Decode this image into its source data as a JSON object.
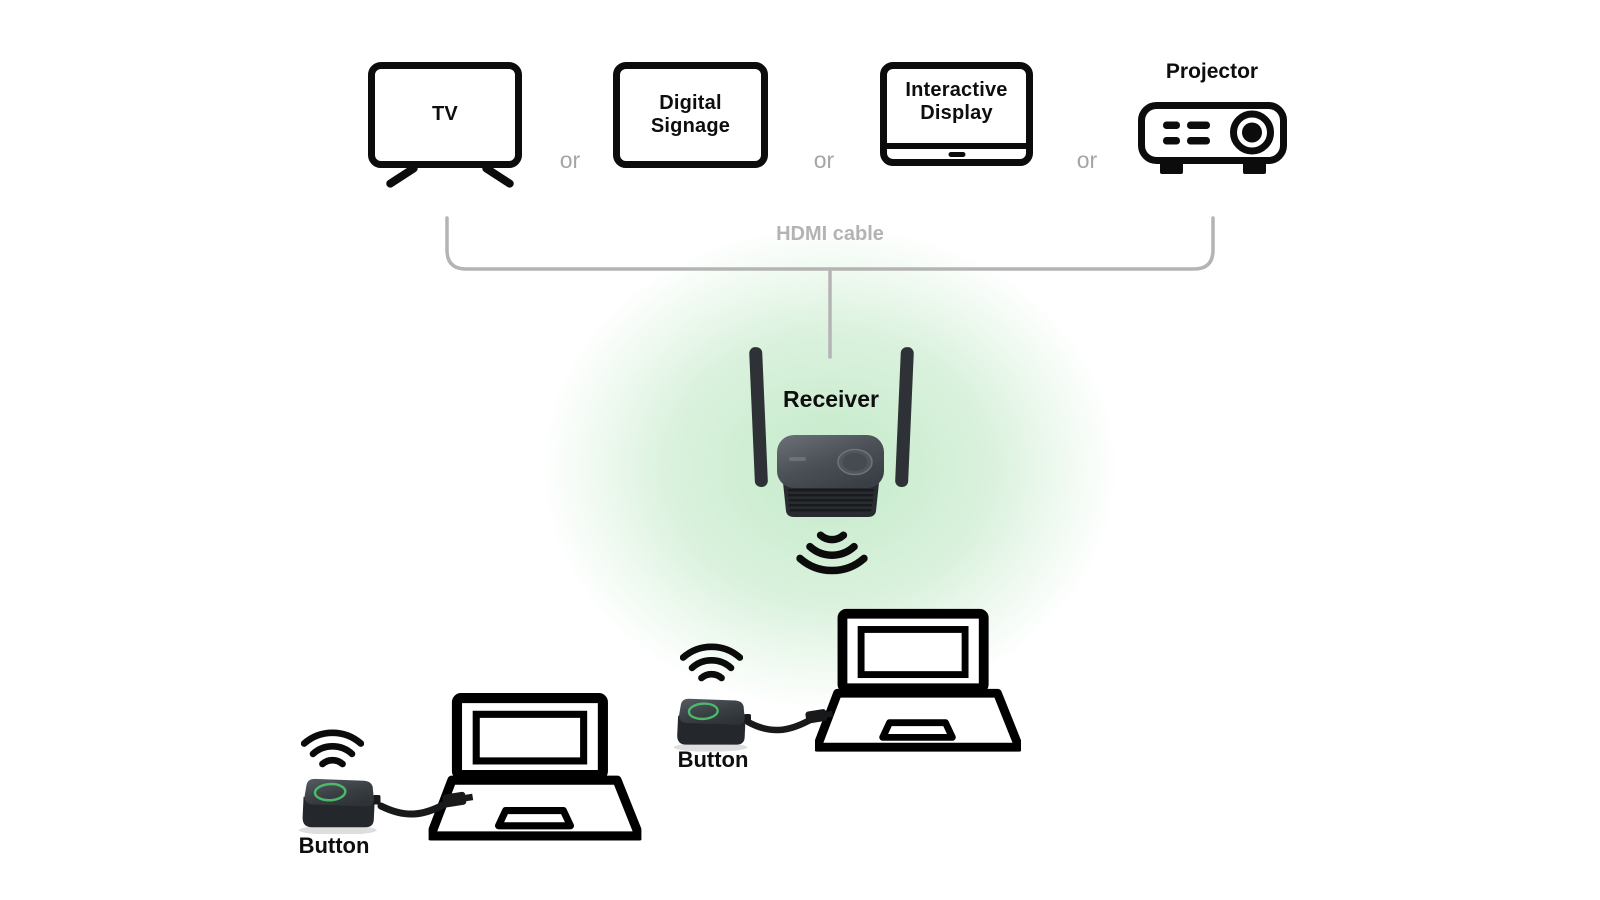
{
  "displays": {
    "or_label": "or",
    "items": [
      {
        "id": "tv",
        "label": "TV"
      },
      {
        "id": "digital-signage",
        "label": "Digital Signage"
      },
      {
        "id": "interactive-display",
        "label": "Interactive Display"
      },
      {
        "id": "projector",
        "label": "Projector"
      }
    ]
  },
  "cable": {
    "label": "HDMI cable"
  },
  "receiver": {
    "label": "Receiver"
  },
  "buttons": [
    {
      "label": "Button"
    },
    {
      "label": "Button"
    }
  ],
  "icons": {
    "tv": "tv-icon",
    "digital_signage": "digital-signage-icon",
    "interactive_display": "interactive-display-icon",
    "projector": "projector-icon",
    "laptop": "laptop-icon",
    "wifi": "wifi-waves-icon",
    "receiver_device": "receiver-device-icon",
    "button_device": "button-transmitter-icon"
  },
  "colors": {
    "ink": "#0c0c0c",
    "muted_text": "#a5a5a5",
    "bracket_gray": "#b4b4b4",
    "glow_green": "#84d38f",
    "button_ring_green": "#4fc56d",
    "device_dark": "#2e3236"
  }
}
